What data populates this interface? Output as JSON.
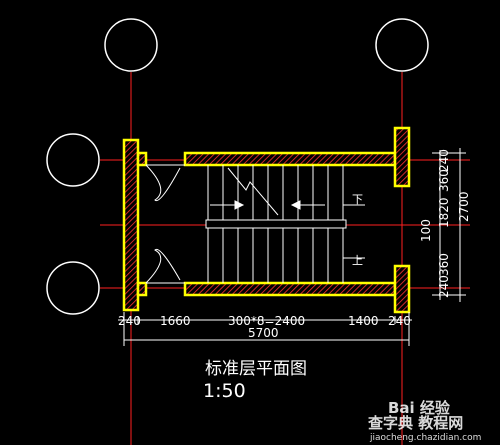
{
  "plan": {
    "title": "标准层平面图",
    "scale": "1:50"
  },
  "dimensions": {
    "bottom": {
      "d1": "240",
      "d2": "1660",
      "d3": "300*8=2400",
      "d4": "1400",
      "d5": "240",
      "total": "5700"
    },
    "right": {
      "r1": "240",
      "r2": "360",
      "r3": "1820",
      "r4": "360",
      "r5": "240",
      "total": "2700",
      "opening": "100"
    }
  },
  "stair": {
    "up_label": "上",
    "down_label": "下"
  },
  "watermark": {
    "text": "Bai 经验",
    "extra": "查字典 教程网",
    "url": "jiaocheng.chazidian.com"
  },
  "colors": {
    "background": "#000000",
    "wall_outline": "#ffff00",
    "wall_hatch": "#ff3333",
    "axis": "#ff2020",
    "lines": "#ffffff"
  }
}
